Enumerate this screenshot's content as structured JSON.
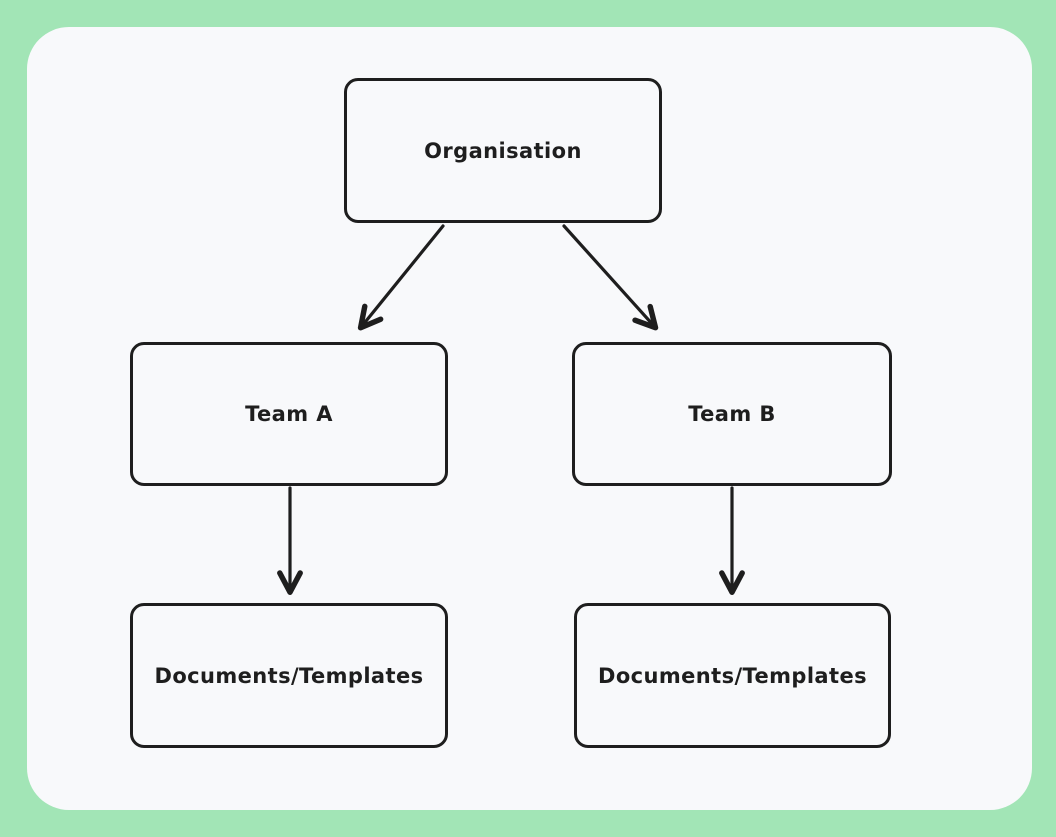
{
  "diagram": {
    "nodes": [
      {
        "id": "organisation",
        "label": "Organisation"
      },
      {
        "id": "team-a",
        "label": "Team A"
      },
      {
        "id": "team-b",
        "label": "Team B"
      },
      {
        "id": "documents-templates-a",
        "label": "Documents/Templates"
      },
      {
        "id": "documents-templates-b",
        "label": "Documents/Templates"
      }
    ],
    "edges": [
      {
        "from": "organisation",
        "to": "team-a"
      },
      {
        "from": "organisation",
        "to": "team-b"
      },
      {
        "from": "team-a",
        "to": "documents-templates-a"
      },
      {
        "from": "team-b",
        "to": "documents-templates-b"
      }
    ]
  },
  "colors": {
    "outer-bg": "#a2e5b6",
    "canvas-bg": "#f8f9fb",
    "stroke": "#1e1e1e",
    "text": "#1e1e1e"
  }
}
